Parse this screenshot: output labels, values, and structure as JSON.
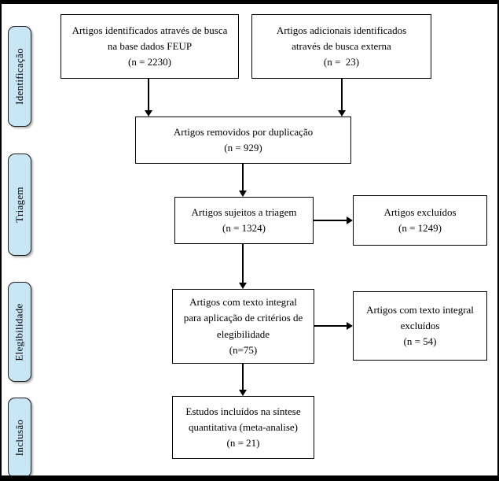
{
  "diagram": {
    "type": "prisma-flow",
    "language": "pt",
    "colors": {
      "stage_fill": "#C9E6F7",
      "stage_border": "#1a1a1a",
      "box_border": "#000000",
      "background": "#ffffff",
      "frame_border": "#000000"
    },
    "sidebar": {
      "stages": [
        {
          "label": "Identificação"
        },
        {
          "label": "Triagem"
        },
        {
          "label": "Elegibilidade"
        },
        {
          "label": "Inclusão"
        }
      ]
    },
    "boxes": [
      {
        "id": "feup",
        "text": "Artigos identificados através de busca\nna base dados FEUP\n(n = 2230)",
        "n": 2230
      },
      {
        "id": "external",
        "text": "Artigos adicionais identificados\natravés de busca externa\n(n =  23)",
        "n": 23
      },
      {
        "id": "duplicates",
        "text": "Artigos removidos por duplicação\n(n = 929)",
        "n": 929
      },
      {
        "id": "screened",
        "text": "Artigos sujeitos a triagem\n(n = 1324)",
        "n": 1324
      },
      {
        "id": "excluded",
        "text": "Artigos excluídos\n(n = 1249)",
        "n": 1249
      },
      {
        "id": "fulltext",
        "text": "Artigos com texto integral\npara aplicação de critérios de\nelegibilidade\n(n=75)",
        "n": 75
      },
      {
        "id": "fulltext-excluded",
        "text": "Artigos com texto integral\nexcluídos\n(n = 54)",
        "n": 54
      },
      {
        "id": "included",
        "text": "Estudos incluídos na síntese\nquantitativa (meta-analise)\n(n = 21)",
        "n": 21
      }
    ],
    "arrows": [
      {
        "from": "feup",
        "to": "duplicates"
      },
      {
        "from": "external",
        "to": "duplicates"
      },
      {
        "from": "duplicates",
        "to": "screened"
      },
      {
        "from": "screened",
        "to": "excluded"
      },
      {
        "from": "screened",
        "to": "fulltext"
      },
      {
        "from": "fulltext",
        "to": "fulltext-excluded"
      },
      {
        "from": "fulltext",
        "to": "included"
      }
    ]
  }
}
